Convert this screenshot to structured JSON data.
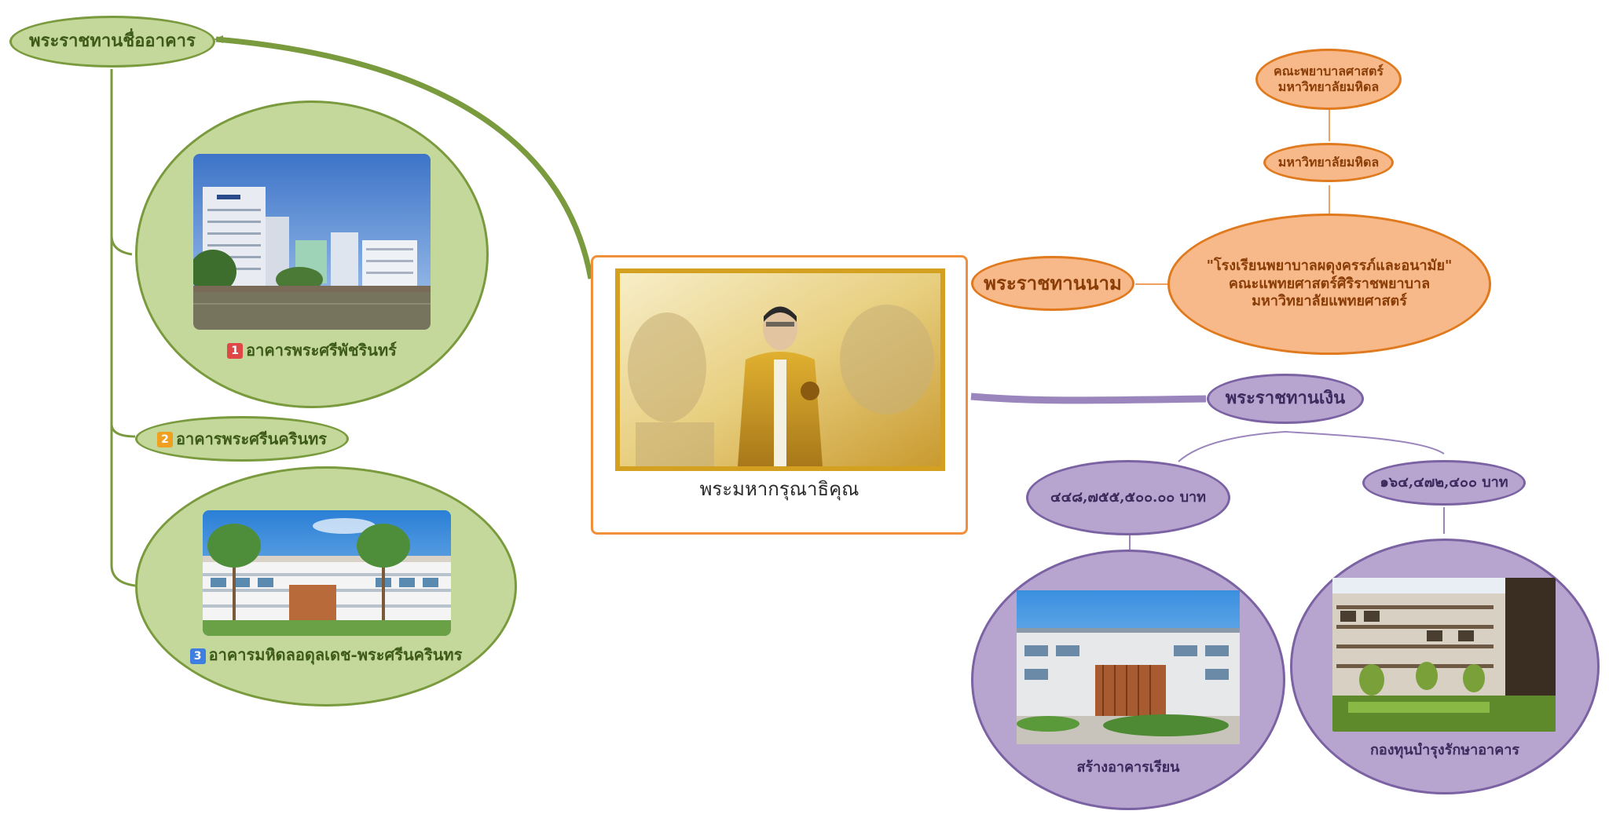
{
  "colors": {
    "green": "#7a9a3e",
    "orange": "#e07a1e",
    "purple": "#7b62a3"
  },
  "center": {
    "caption": "พระมหากรุณาธิคุณ"
  },
  "green_branch": {
    "title": "พระราชทานชื่ออาคาร",
    "items": [
      {
        "num": "1",
        "label": "อาคารพระศรีพัชรินทร์",
        "badge_color": "#e04848"
      },
      {
        "num": "2",
        "label": "อาคารพระศรีนครินทร",
        "badge_color": "#f0a020"
      },
      {
        "num": "3",
        "label": "อาคารมหิดลอดุลเดช-พระศรีนครินทร",
        "badge_color": "#3d7ee0"
      }
    ]
  },
  "orange_branch": {
    "title": "พระราชทานนาม",
    "name_lines": [
      "\"โรงเรียนพยาบาลผดุงครรภ์และอนามัย\"",
      "คณะแพทยศาสตร์ศิริราชพยาบาล",
      "มหาวิทยาลัยแพทยศาสตร์"
    ],
    "mid": "มหาวิทยาลัยมหิดล",
    "top_lines": [
      "คณะพยาบาลศาสตร์",
      "มหาวิทยาลัยมหิดล"
    ]
  },
  "purple_branch": {
    "title": "พระราชทานเงิน",
    "amount_left": "๔๔๘,๗๕๕,๕๐๐.๐๐ บาท",
    "amount_right": "๑๖๔,๔๗๒,๔๐๐ บาท",
    "left_caption": "สร้างอาคารเรียน",
    "right_caption": "กองทุนบำรุงรักษาอาคาร"
  }
}
